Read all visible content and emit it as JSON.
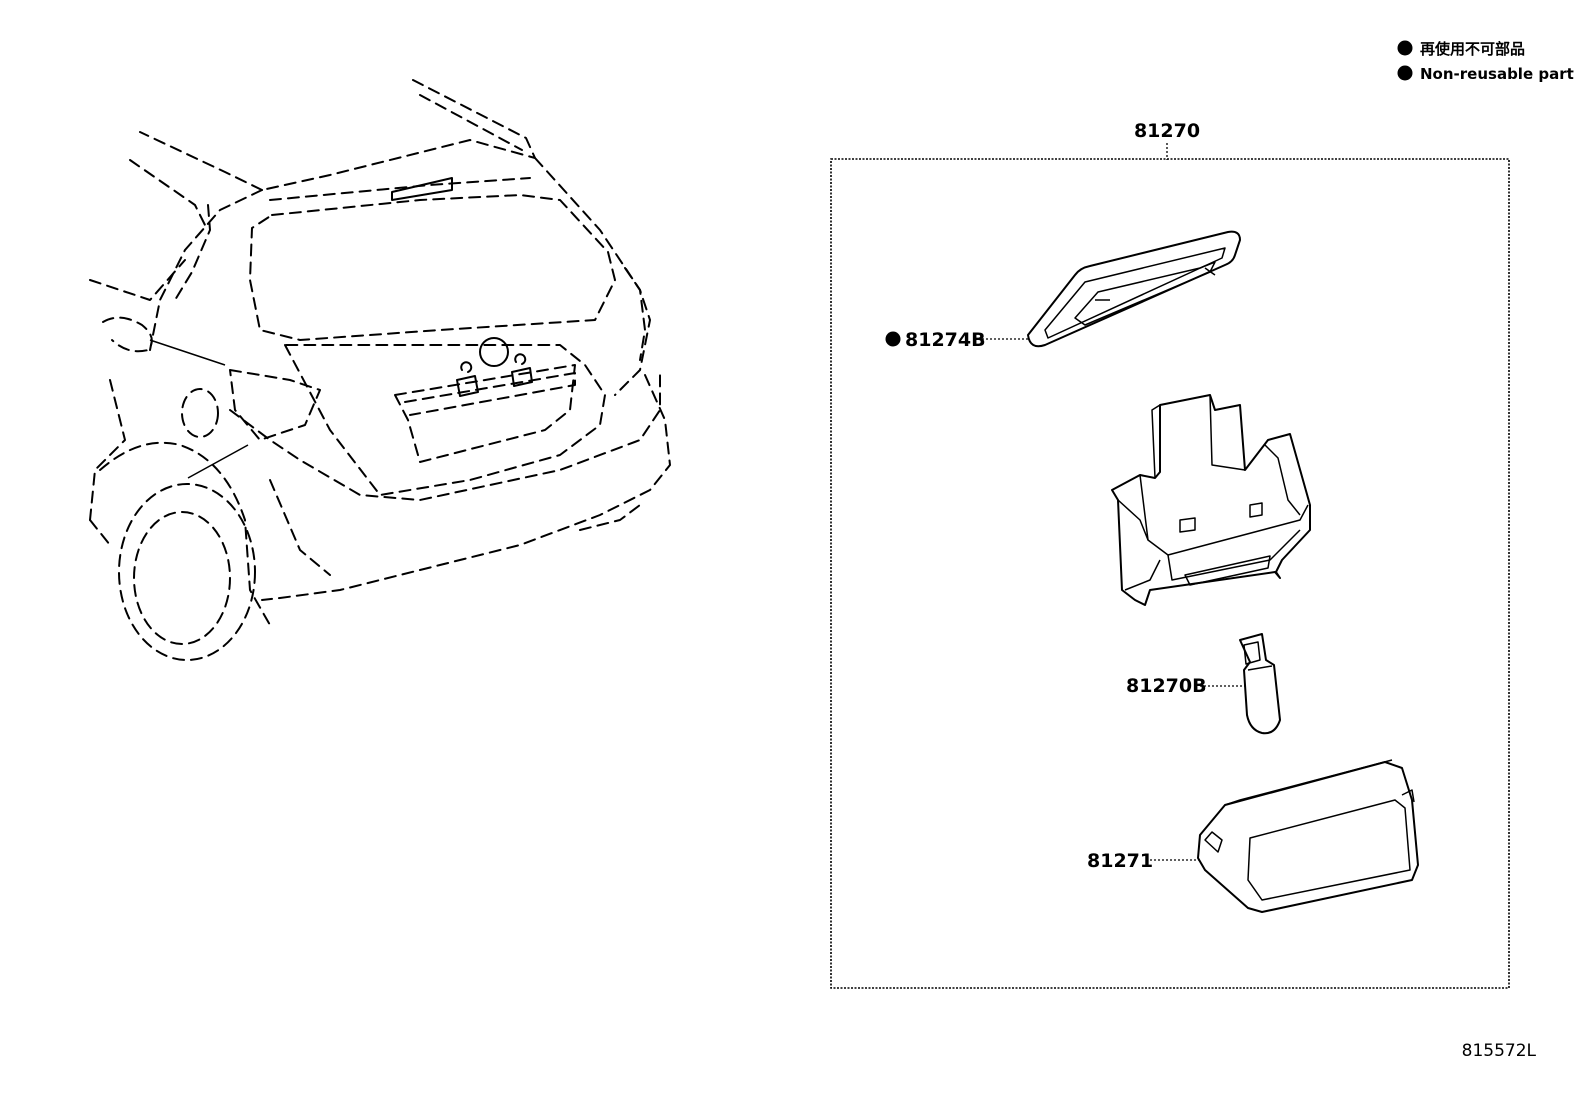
{
  "legend": {
    "items": [
      {
        "text": "再使用不可部品"
      },
      {
        "text": "Non-reusable part"
      }
    ]
  },
  "assembly": {
    "part_number": "81270"
  },
  "parts": [
    {
      "part_number": "81274B",
      "non_reusable": true
    },
    {
      "part_number": "81270B",
      "non_reusable": false
    },
    {
      "part_number": "81271",
      "non_reusable": false
    }
  ],
  "diagram_id": "815572L"
}
